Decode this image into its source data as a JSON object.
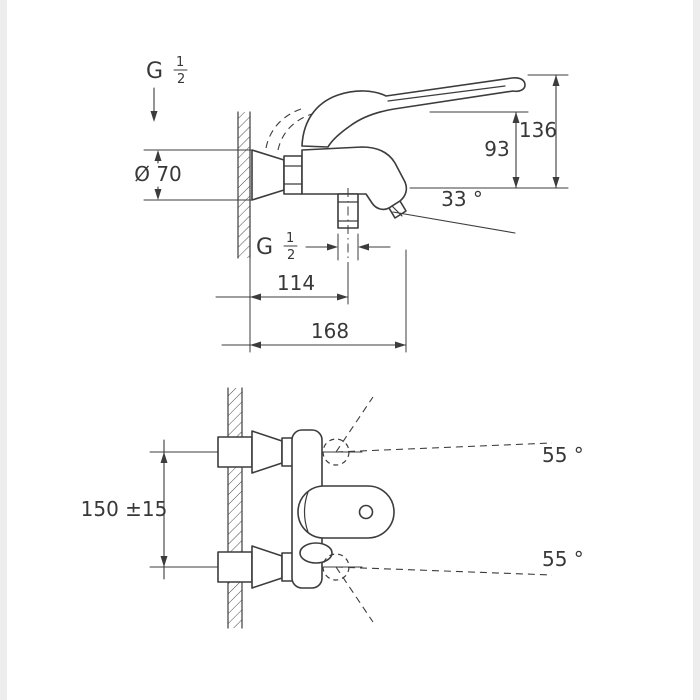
{
  "canvas": {
    "background": "#ffffff",
    "edge_strip_color": "#ededed",
    "line_color": "#3c3c3c",
    "text_color": "#383838"
  },
  "side_view": {
    "labels": {
      "thread_top": {
        "prefix": "G",
        "numerator": "1",
        "denominator": "2"
      },
      "escutcheon_diameter": "Ø 70",
      "height_spout": "93",
      "height_total": "136",
      "spout_angle": "33 °",
      "thread_bottom": {
        "prefix": "G",
        "numerator": "1",
        "denominator": "2"
      },
      "projection_outlet": "114",
      "projection_total": "168"
    }
  },
  "front_view": {
    "labels": {
      "connection_spacing": "150 ±15",
      "swivel_angle_top": "55 °",
      "swivel_angle_bottom": "55 °"
    }
  }
}
